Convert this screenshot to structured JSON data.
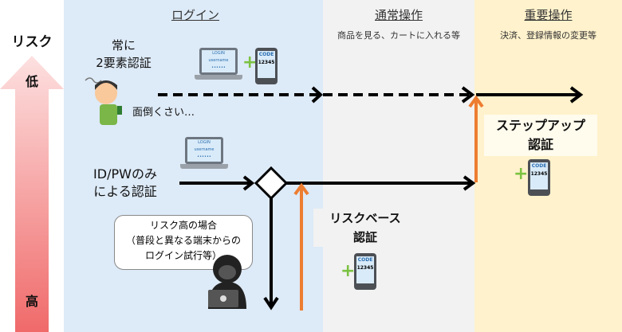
{
  "risk": {
    "label": "リスク",
    "low": "低",
    "high": "高"
  },
  "columns": [
    {
      "title": "ログイン"
    },
    {
      "title": "通常操作",
      "subtitle": "商品を見る、カートに入れる等"
    },
    {
      "title": "重要操作",
      "subtitle": "決済、登録情報の変更等"
    }
  ],
  "always_2fa": {
    "line1": "常に",
    "line2": "2要素認証",
    "comment": "面倒くさい…"
  },
  "idpw": {
    "line1": "ID/PWのみ",
    "line2": "による認証"
  },
  "high_risk": {
    "line1": "リスク高の場合",
    "line2": "（普段と異なる端末からの",
    "line3": "ログイン試行等）"
  },
  "risk_based": {
    "line1": "リスクベース",
    "line2": "認証"
  },
  "step_up": {
    "line1": "ステップアップ",
    "line2": "認証"
  },
  "device": {
    "login": "LOGIN",
    "username": "username",
    "password": "••••••",
    "code": "CODE",
    "code_value": "12345"
  },
  "colors": {
    "login_bg": "#ddeaf7",
    "normal_bg": "#f2f2f2",
    "important_bg": "#fff2cc",
    "orange": "#ed7d31"
  }
}
